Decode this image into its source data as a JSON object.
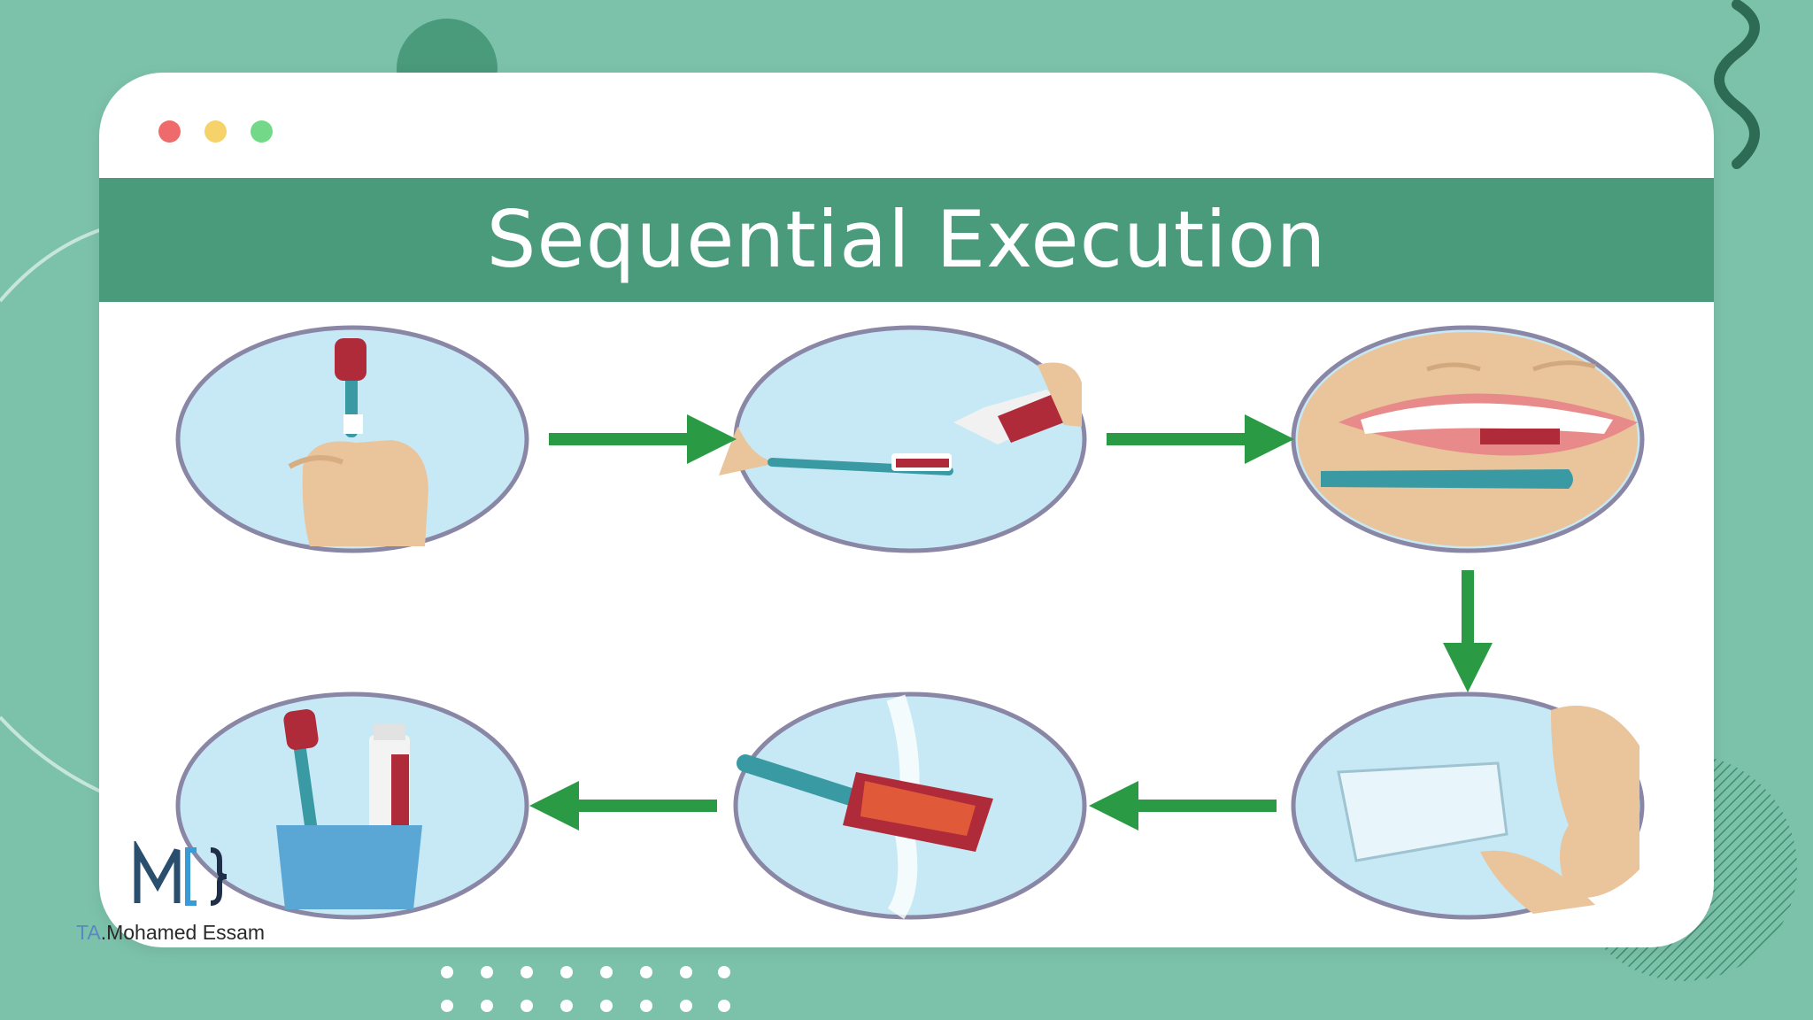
{
  "window": {
    "title": "Sequential Execution",
    "dots": [
      "close",
      "minimize",
      "maximize"
    ]
  },
  "steps": [
    {
      "id": 1,
      "icon": "hand-holding-toothbrush-icon"
    },
    {
      "id": 2,
      "icon": "toothpaste-on-brush-icon"
    },
    {
      "id": 3,
      "icon": "brushing-teeth-icon"
    },
    {
      "id": 4,
      "icon": "rinse-mouth-cup-icon"
    },
    {
      "id": 5,
      "icon": "wash-brush-under-water-icon"
    },
    {
      "id": 6,
      "icon": "brush-in-cup-icon"
    }
  ],
  "credit": {
    "prefix": "TA",
    "name": ".Mohamed Essam",
    "logo": "M{} logo"
  },
  "colors": {
    "background": "#7cc2ab",
    "banner": "#4a9a7c",
    "arrow": "#2b9a44",
    "ellipse_fill": "#c6e9f5",
    "ellipse_stroke": "#8a87a6",
    "dot_red": "#ef6b6b",
    "dot_yellow": "#f6d26a",
    "dot_green": "#73d989"
  }
}
